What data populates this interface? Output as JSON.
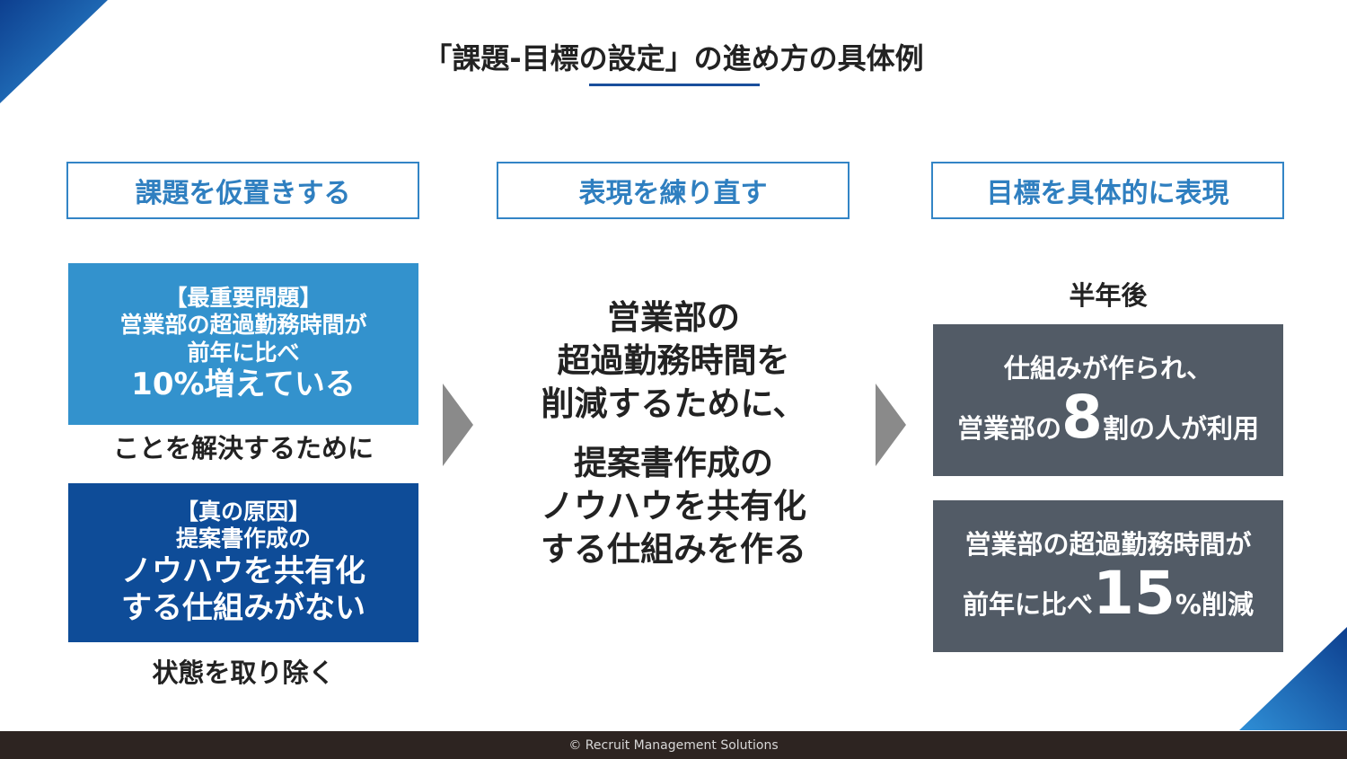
{
  "title": "「課題-目標の設定」の進め方の具体例",
  "columns": {
    "col1": "課題を仮置きする",
    "col2": "表現を練り直す",
    "col3": "目標を具体的に表現"
  },
  "left": {
    "box1": {
      "label": "【最重要問題】",
      "line1": "営業部の超過勤務時間が",
      "line2": "前年に比べ",
      "line3": "10%増えている"
    },
    "caption1": "ことを解決するために",
    "box2": {
      "label": "【真の原因】",
      "line1": "提案書作成の",
      "line2": "ノウハウを共有化",
      "line3": "する仕組みがない"
    },
    "caption2": "状態を取り除く"
  },
  "center": {
    "line1": "営業部の",
    "line2": "超過勤務時間を",
    "line3": "削減するために、",
    "line4": "提案書作成の",
    "line5": "ノウハウを共有化",
    "line6": "する仕組みを作る"
  },
  "right": {
    "caption": "半年後",
    "box1": {
      "line1": "仕組みが作られ、",
      "pre": "営業部の",
      "num": "8",
      "post": "割の人が利用"
    },
    "box2": {
      "line1": "営業部の超過勤務時間が",
      "pre": "前年に比べ",
      "num": "15",
      "post": "%削減"
    }
  },
  "footer": "© Recruit Management Solutions",
  "colors": {
    "accent": "#3385c6",
    "box_light": "#3392cd",
    "box_dark": "#0e4c98",
    "box_gray": "#525b66",
    "arrow": "#8a8a8a",
    "footer_bg": "#2d2421"
  }
}
